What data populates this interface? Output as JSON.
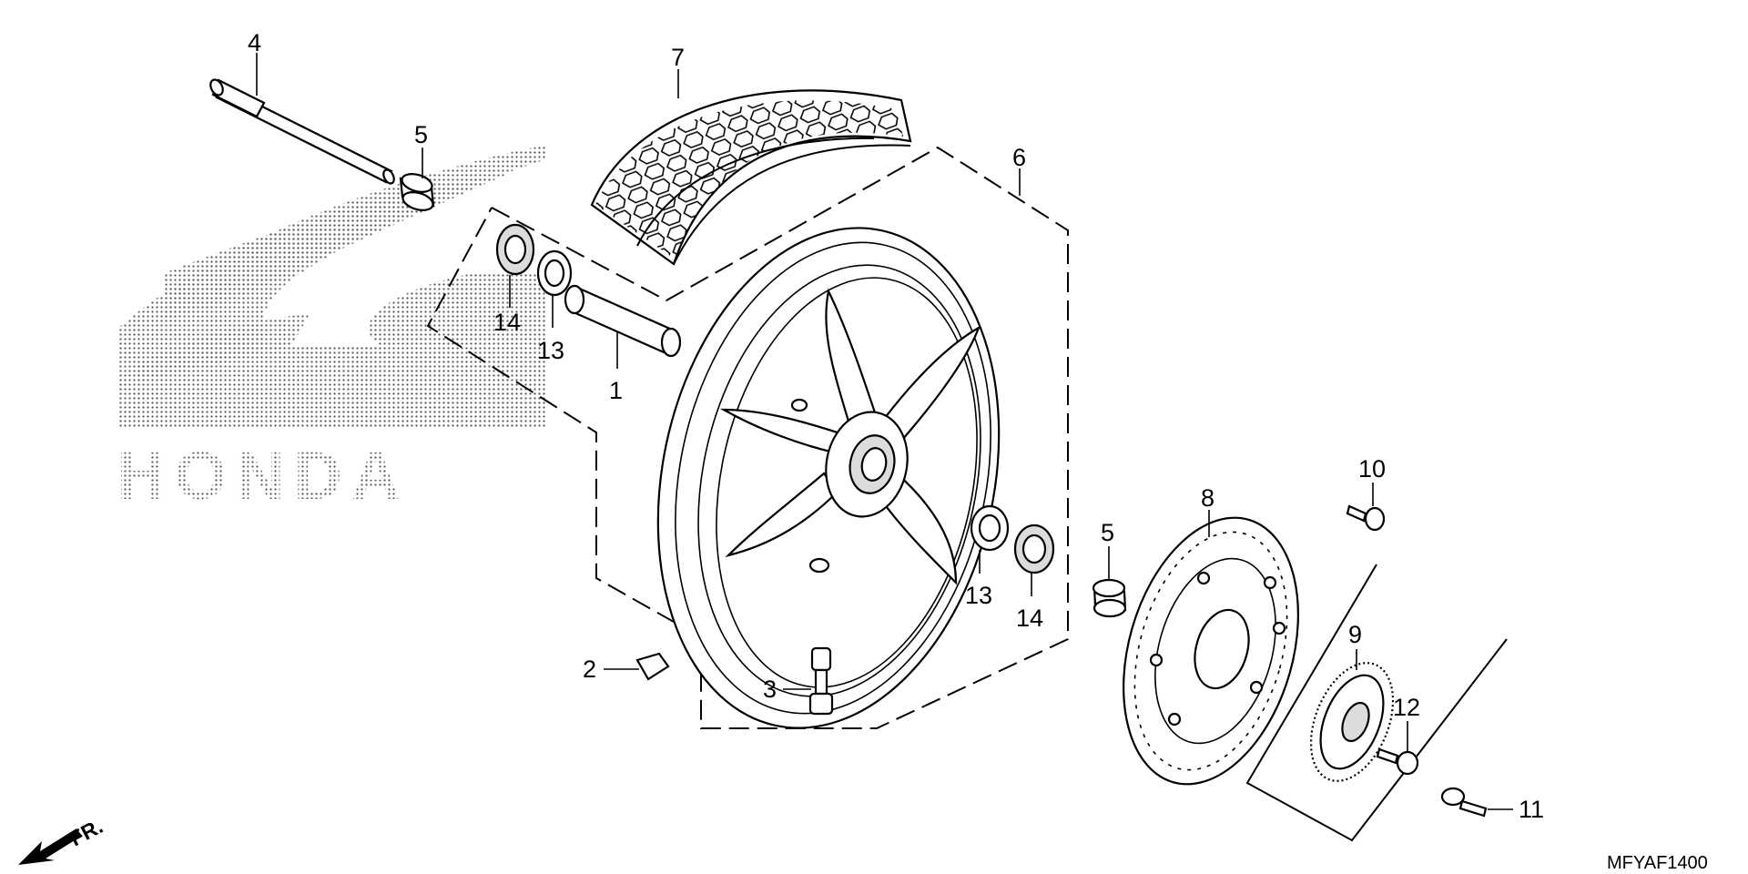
{
  "diagram": {
    "watermark_text": "HONDA",
    "diagram_code": "MFYAF1400",
    "direction_label": "FR.",
    "callouts": [
      {
        "id": "c1",
        "label": "1"
      },
      {
        "id": "c2",
        "label": "2"
      },
      {
        "id": "c3",
        "label": "3"
      },
      {
        "id": "c4",
        "label": "4"
      },
      {
        "id": "c5a",
        "label": "5"
      },
      {
        "id": "c5b",
        "label": "5"
      },
      {
        "id": "c6",
        "label": "6"
      },
      {
        "id": "c7",
        "label": "7"
      },
      {
        "id": "c8",
        "label": "8"
      },
      {
        "id": "c9",
        "label": "9"
      },
      {
        "id": "c10",
        "label": "10"
      },
      {
        "id": "c11",
        "label": "11"
      },
      {
        "id": "c12",
        "label": "12"
      },
      {
        "id": "c13a",
        "label": "13"
      },
      {
        "id": "c13b",
        "label": "13"
      },
      {
        "id": "c14a",
        "label": "14"
      },
      {
        "id": "c14b",
        "label": "14"
      }
    ]
  }
}
